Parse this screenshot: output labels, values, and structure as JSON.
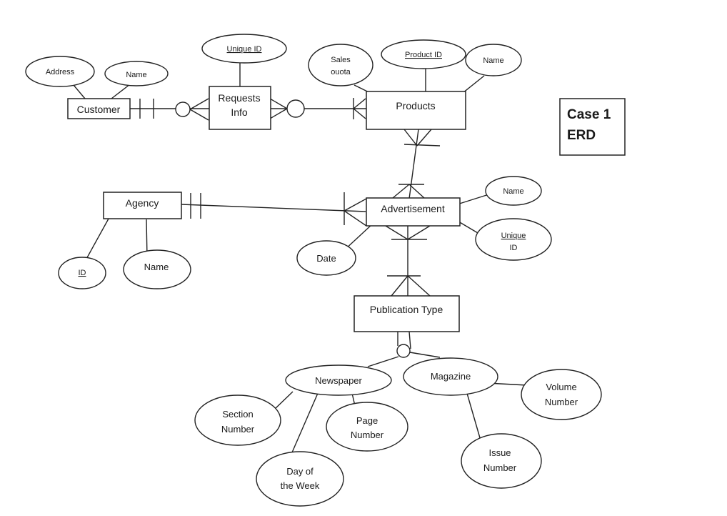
{
  "diagram": {
    "type": "entity-relationship",
    "notation": "crow's foot",
    "title_lines": [
      "Case 1",
      "ERD"
    ],
    "entities": {
      "customer": {
        "lines": [
          "Customer"
        ]
      },
      "requests_info": {
        "lines": [
          "Requests",
          "Info"
        ]
      },
      "products": {
        "lines": [
          "Products"
        ]
      },
      "agency": {
        "lines": [
          "Agency"
        ]
      },
      "advertisement": {
        "lines": [
          "Advertisement"
        ]
      },
      "publication_type": {
        "lines": [
          "Publication Type"
        ]
      }
    },
    "attributes": {
      "customer_address": {
        "lines": [
          "Address"
        ],
        "entity": "Customer",
        "key": false
      },
      "customer_name": {
        "lines": [
          "Name"
        ],
        "entity": "Customer",
        "key": false
      },
      "requests_unique_id": {
        "lines": [
          "Unique ID"
        ],
        "entity": "Requests Info",
        "key": true
      },
      "products_sales_quota": {
        "lines": [
          "Sales",
          "ouota"
        ],
        "entity": "Products",
        "key": false
      },
      "products_product_id": {
        "lines": [
          "Product ID"
        ],
        "entity": "Products",
        "key": true
      },
      "products_name": {
        "lines": [
          "Name"
        ],
        "entity": "Products",
        "key": false
      },
      "advert_name": {
        "lines": [
          "Name"
        ],
        "entity": "Advertisement",
        "key": false
      },
      "advert_unique_id": {
        "lines": [
          "Unique",
          "ID"
        ],
        "entity": "Advertisement",
        "key": true
      },
      "advert_date": {
        "lines": [
          "Date"
        ],
        "entity": "Advertisement",
        "key": false
      },
      "agency_id": {
        "lines": [
          "ID"
        ],
        "entity": "Agency",
        "key": true
      },
      "agency_name": {
        "lines": [
          "Name"
        ],
        "entity": "Agency",
        "key": false
      },
      "newspaper_section": {
        "lines": [
          "Section",
          "Number"
        ],
        "entity": "Newspaper",
        "key": false
      },
      "newspaper_day": {
        "lines": [
          "Day of",
          "the Week"
        ],
        "entity": "Newspaper",
        "key": false
      },
      "newspaper_page": {
        "lines": [
          "Page",
          "Number"
        ],
        "entity": "Newspaper",
        "key": false
      },
      "magazine_volume": {
        "lines": [
          "Volume",
          "Number"
        ],
        "entity": "Magazine",
        "key": false
      },
      "magazine_issue": {
        "lines": [
          "Issue",
          "Number"
        ],
        "entity": "Magazine",
        "key": false
      }
    },
    "subtypes": {
      "newspaper": {
        "lines": [
          "Newspaper"
        ]
      },
      "magazine": {
        "lines": [
          "Magazine"
        ]
      }
    },
    "relationships": [
      {
        "from": "Customer",
        "from_card": "one and only one",
        "to": "Requests Info",
        "to_card": "zero or many"
      },
      {
        "from": "Requests Info",
        "from_card": "zero or many",
        "to": "Products",
        "to_card": "one or many"
      },
      {
        "from": "Products",
        "from_card": "one or many",
        "to": "Advertisement",
        "to_card": "one or many"
      },
      {
        "from": "Agency",
        "from_card": "one and only one",
        "to": "Advertisement",
        "to_card": "one or many"
      },
      {
        "from": "Advertisement",
        "from_card": "one or many",
        "to": "Publication Type",
        "to_card": "one or many"
      },
      {
        "from": "Publication Type",
        "from_card": "subtype (optional)",
        "to": "Newspaper / Magazine",
        "to_card": "subtypes"
      }
    ]
  }
}
